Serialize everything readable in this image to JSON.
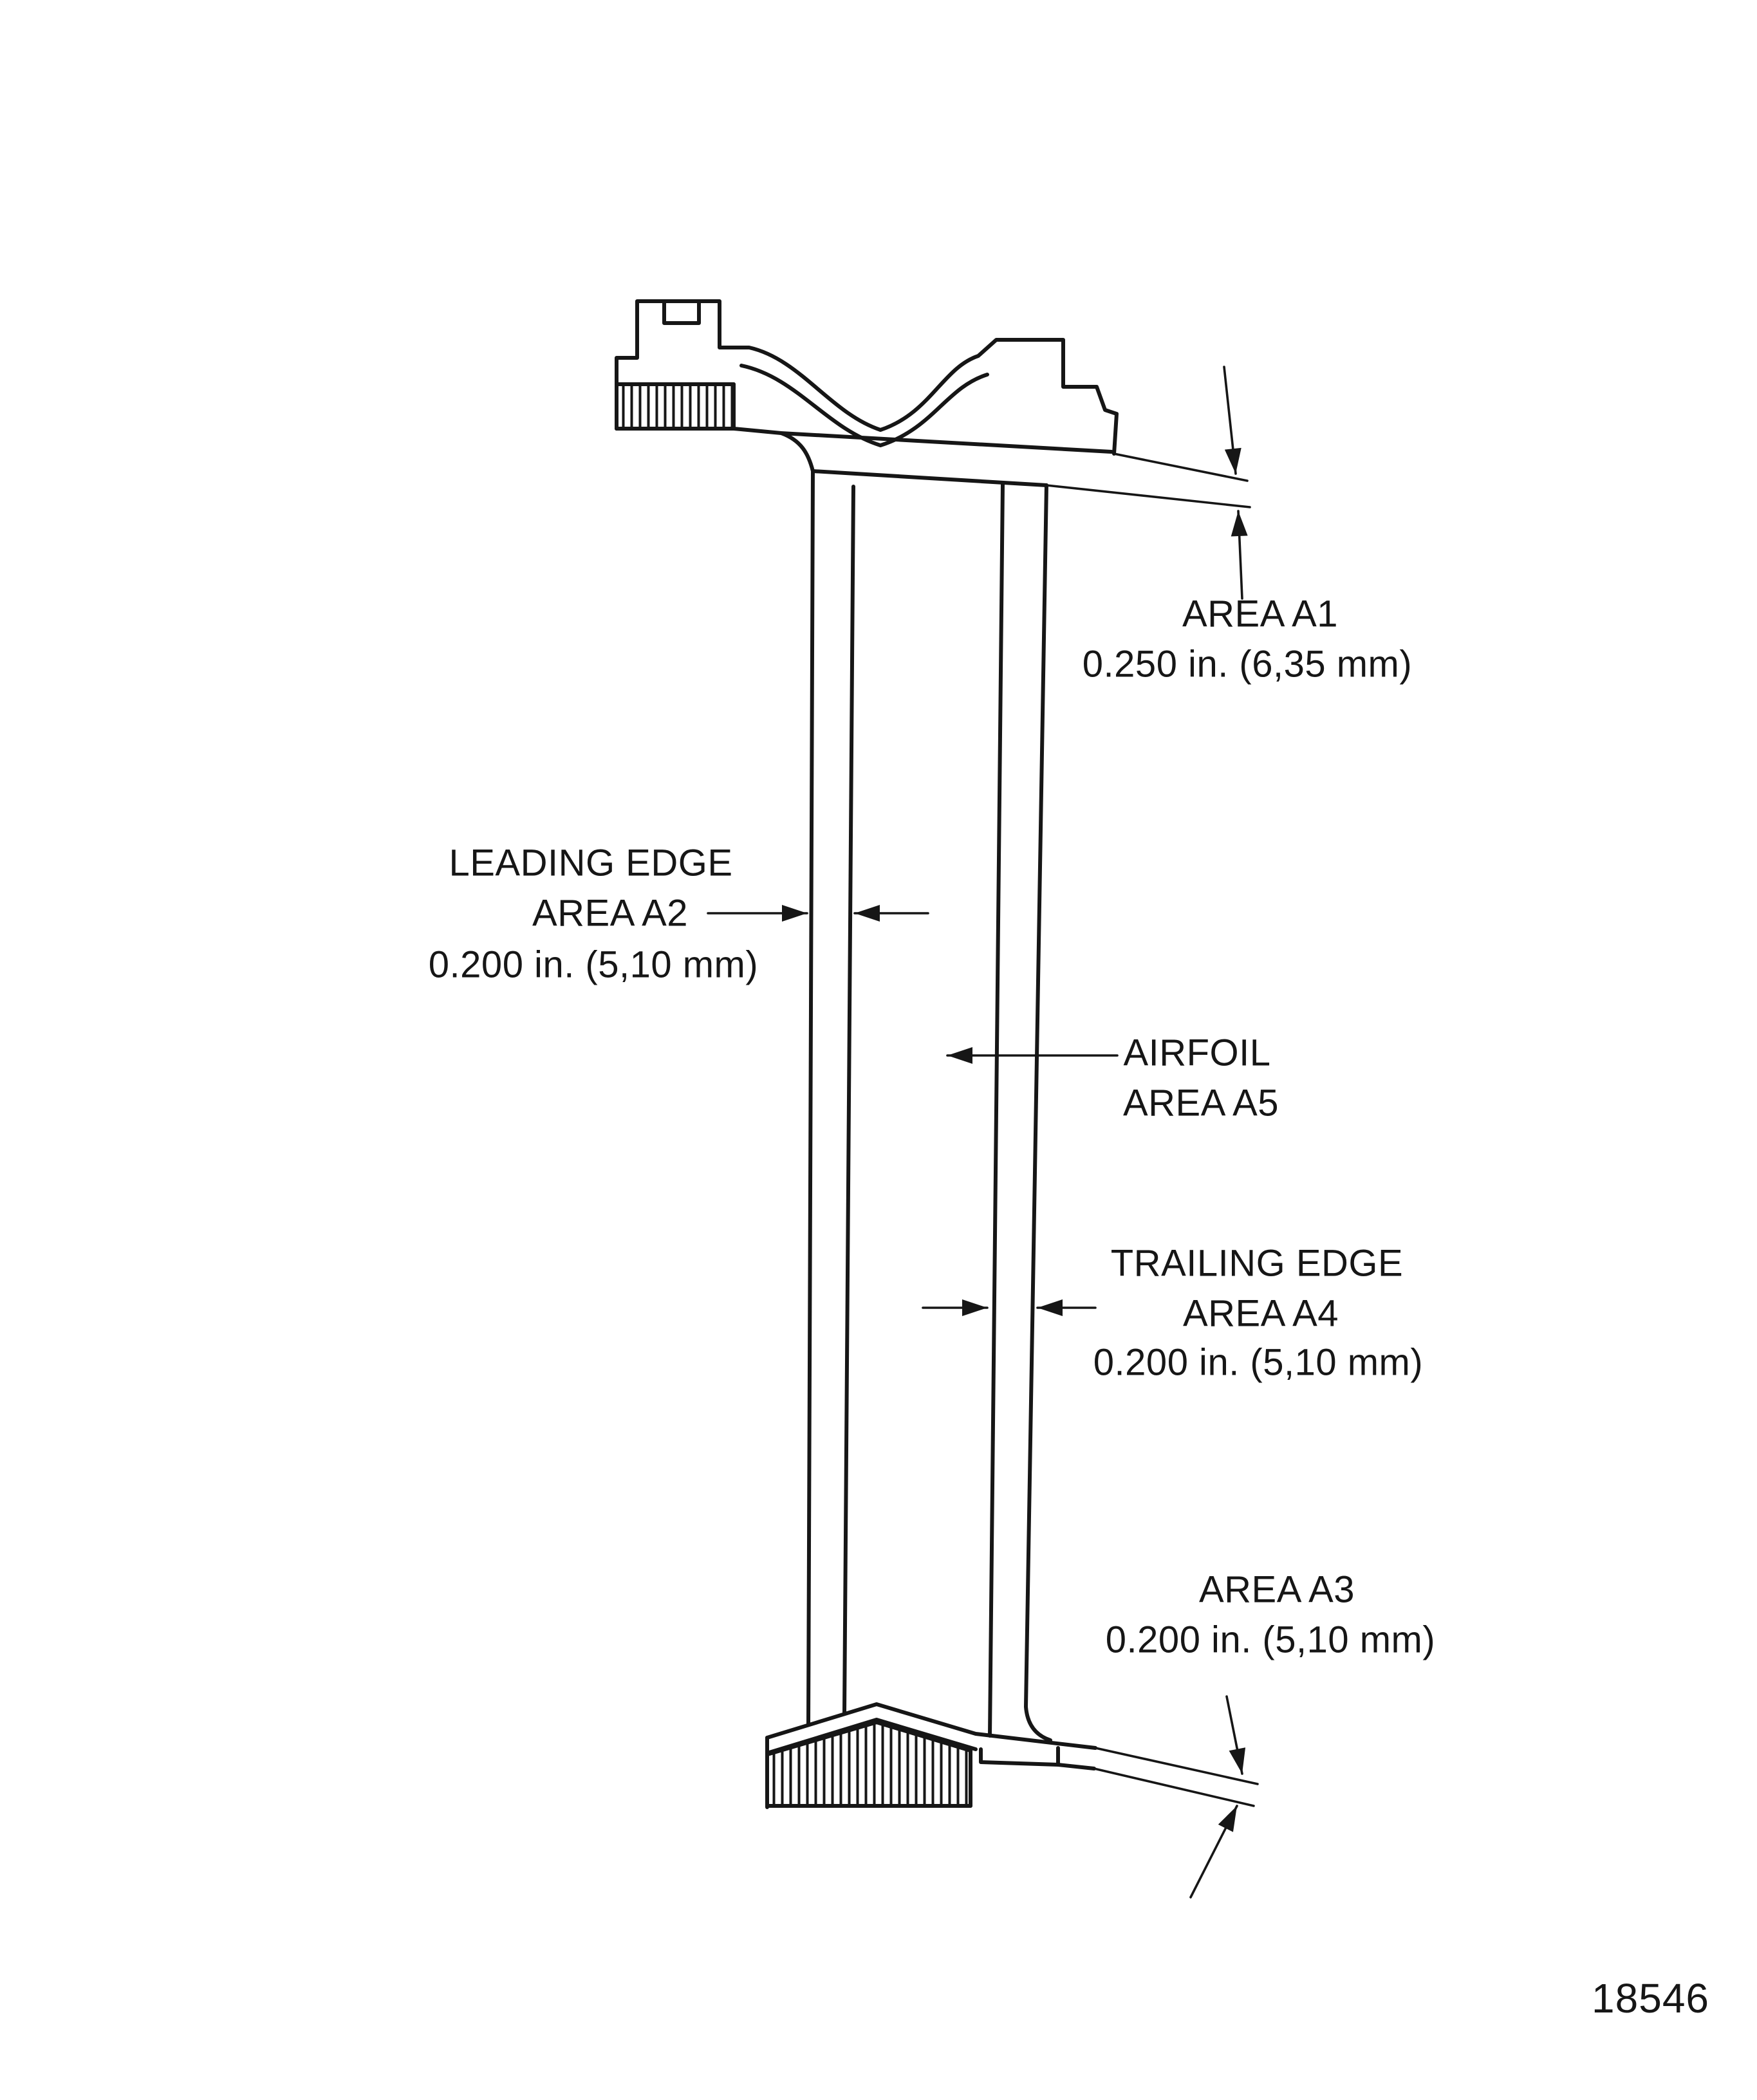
{
  "colors": {
    "ink": "#161616",
    "paper": "#ffffff"
  },
  "labels": {
    "area_a1": {
      "lines": [
        "AREA A1",
        "0.250 in. (6,35 mm)"
      ]
    },
    "leading_edge": {
      "lines": [
        "LEADING EDGE",
        "AREA A2",
        "0.200 in. (5,10 mm)"
      ]
    },
    "airfoil": {
      "lines": [
        "AIRFOIL",
        "AREA A5"
      ]
    },
    "trailing_edge": {
      "lines": [
        "TRAILING EDGE",
        "AREA A4",
        "0.200 in. (5,10 mm)"
      ]
    },
    "area_a3": {
      "lines": [
        "AREA A3",
        "0.200 in. (5,10 mm)"
      ]
    },
    "figure_number": "18546"
  }
}
